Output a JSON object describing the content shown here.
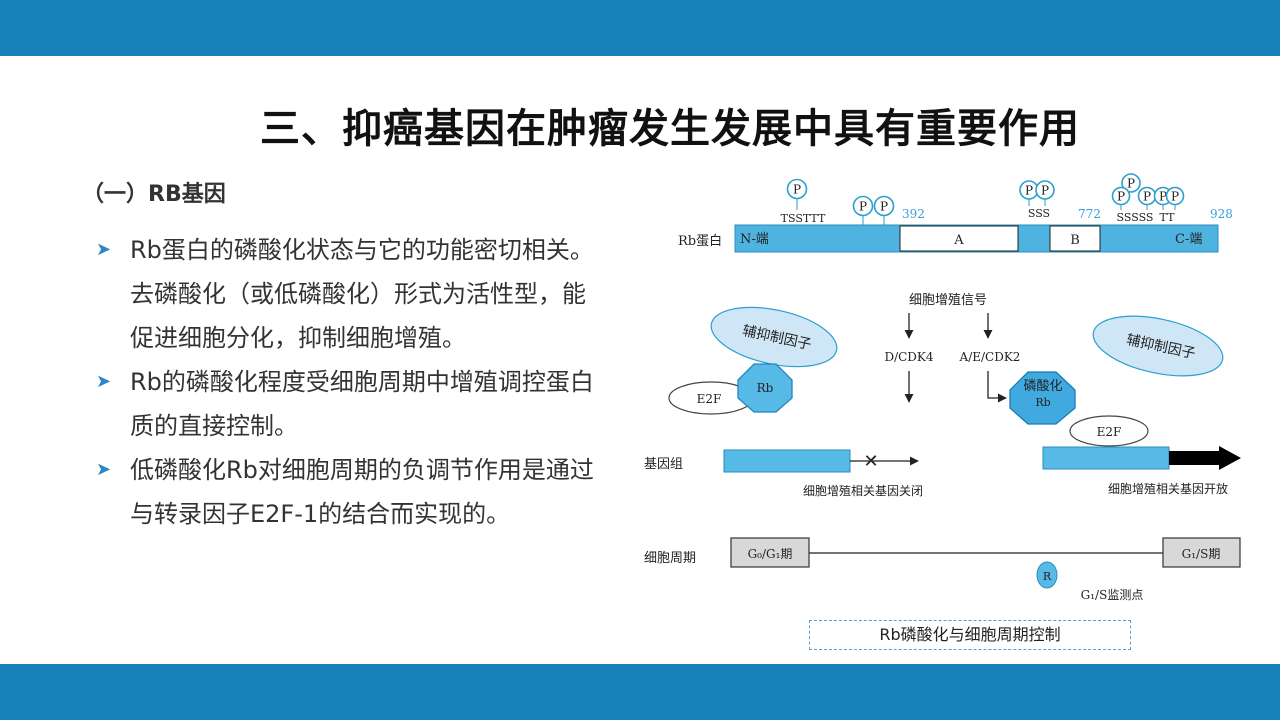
{
  "slide": {
    "title": "三、抑癌基因在肿瘤发生发展中具有重要作用",
    "section_heading": "（一）RB基因",
    "bullets": [
      "Rb蛋白的磷酸化状态与它的功能密切相关。去磷酸化（或低磷酸化）形式为活性型，能促进细胞分化，抑制细胞增殖。",
      "Rb的磷酸化程度受细胞周期中增殖调控蛋白质的直接控制。",
      "低磷酸化Rb对细胞周期的负调节作用是通过与转录因子E2F-1的结合而实现的。"
    ]
  },
  "colors": {
    "band": "#1780b8",
    "protein_bar": "#4fb3e0",
    "bubble_outline": "#2a9fd0",
    "oval_fill": "#cfe6f6"
  },
  "diagram": {
    "protein_row_label": "Rb蛋白",
    "n_terminal": "N-端",
    "c_terminal": "C-端",
    "domain_a": "A",
    "domain_b": "B",
    "pos_392": "392",
    "pos_772": "772",
    "pos_928": "928",
    "phospho_mark": "P",
    "sites_1": "TSSTTT",
    "sites_2": "SSS",
    "sites_3": "SSSSS",
    "sites_4": "TT",
    "signal": "细胞增殖信号",
    "cdk4": "D/CDK4",
    "cdk2": "A/E/CDK2",
    "corepressor_left": "辅抑制因子",
    "corepressor_right": "辅抑制因子",
    "e2f_left": "E2F",
    "e2f_right": "E2F",
    "rb": "Rb",
    "phospho_rb_line1": "磷酸化",
    "phospho_rb_line2": "Rb",
    "genome_label": "基因组",
    "genes_off": "细胞增殖相关基因关闭",
    "genes_on": "细胞增殖相关基因开放",
    "cycle_label": "细胞周期",
    "g0g1": "G₀/G₁期",
    "g1s": "G₁/S期",
    "r_marker": "R",
    "checkpoint": "G₁/S监测点",
    "caption": "Rb磷酸化与细胞周期控制"
  }
}
